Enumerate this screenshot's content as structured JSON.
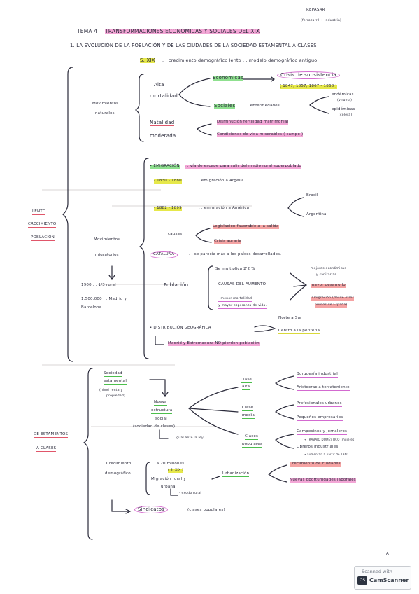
{
  "header": {
    "repasar": "REPASAR",
    "repasar_note": "(ferrocarril + industria)",
    "tema_label": "TEMA 4",
    "tema_title": "TRANSFORMACIONES ECONÓMICAS Y SOCIALES DEL XIX",
    "section1_title": "1. LA EVOLUCIÓN DE LA POBLACIÓN Y DE LAS CIUDADES DE LA SOCIEDAD ESTAMENTAL A CLASES"
  },
  "poblacion": {
    "s_xix": "S. XIX",
    "crecimiento_dem": ". . crecimiento demográfico lento . . modelo demográfico antiguo",
    "lento_1": "LENTO",
    "lento_2": "CRECIMIENTO",
    "lento_3": "POBLACIÓN",
    "mov_nat_1": "Movimientos",
    "mov_nat_2": "naturales",
    "alta_1": "Alta",
    "alta_2": "mortalidad",
    "economicas": "Económicas",
    "crisis_sub": "Crisis de subsistencia",
    "crisis_years": "( 1847, 1857, 1867 - 1868 )",
    "sociales": "Sociales",
    "enfermedades": ". . enfermedades",
    "endemicas_1": "endémicas",
    "endemicas_2": "(viruela)",
    "epidemicas_1": "epidémicas",
    "epidemicas_2": "(cólera)",
    "natalidad": "Natalidad",
    "moderada": "moderada",
    "disminucion": "Disminución fertilidad matrimonial",
    "condiciones": "Condiciones de vida miserables ( campo )",
    "mov_mig_1": "Movimientos",
    "mov_mig_2": "migratorios",
    "mig_1900": "1900 . . 1/3 rural",
    "mig_1500000_1": "1.500.000 . . Madrid y",
    "mig_1500000_2": "Barcelona",
    "emigracion": "• EMIGRACIÓN",
    "emigracion_desc": ". . vía de escape para salir del medio rural superpoblado",
    "y1830": "- 1830 - 1880",
    "argelia": ". . emigración a Argelia",
    "y1882": "- 1882 - 1899",
    "america": ". . emigración a América",
    "brasil": "Brasil",
    "argentina": "Argentina",
    "causas": "causas",
    "legislacion": "Legislación favorable a la salida",
    "crisis_agraria": "Crisis agraria",
    "cataluna": "CATALUÑA",
    "cataluna_desc": ". . se parecía más a los países desarrollados.",
    "poblacion_label": "Población",
    "se_multiplica": "Se multiplica 2'2 %",
    "causas_aumento": "CAUSAS DEL AUMENTO",
    "menor_mort_1": "- menor mortalidad",
    "menor_mort_2": "y mayor esperanza de vida.",
    "mejoras_1": "mejoras económicas",
    "mejoras_2": "y sanitarias",
    "mayor_desarrollo": "mayor desarrollo",
    "inmigracion_1": "inmigración (desde otros",
    "inmigracion_2": "puntos de España)",
    "distribucion": "• DISTRIBUCIÓN GEOGRÁFICA",
    "norte_sur": "Norte a Sur",
    "centro": "Centro a la periferia",
    "madrid_ext": "Madrid y Extremadura NO pierden población"
  },
  "sociedad": {
    "de_estamentos_1": "DE ESTAMENTOS",
    "de_estamentos_2": "A CLASES",
    "soc_est_1": "Sociedad",
    "soc_est_2": "estamental",
    "soc_est_3": "(nivel renta y",
    "soc_est_4": "propiedad)",
    "nueva_1": "Nueva",
    "nueva_2": "estructura",
    "nueva_3": "social",
    "nueva_4": "(sociedad de clases)",
    "igual_ley": ". . igual ante la ley",
    "clase_alta_1": "Clase",
    "clase_alta_2": "alta",
    "burguesia": "Burguesía industrial",
    "aristocracia": "Aristocracia terrateniente",
    "clase_media_1": "Clase",
    "clase_media_2": "media",
    "profesionales": "Profesionales urbanos",
    "pequenos": "Pequeños empresarios",
    "clases_pop_1": "Clases",
    "clases_pop_2": "populares",
    "campesinos": "Campesinos y jornaleros",
    "campesinos_note": "→ TRABAJO DOMÉSTICO (mujeres)",
    "obreros": "Obreros industriales",
    "obreros_note": "→ aumentan a partir de 1860",
    "crec_dem_1": "Crecimiento",
    "crec_dem_2": "demográfico",
    "a20_1": ". . a 20 millones",
    "a20_2": "( S. XIX )",
    "migracion_1": "Migración rural y",
    "migracion_2": "urbana",
    "exodo": "- exodo rural",
    "urbanizacion": "Urbanización",
    "crec_ciudades": "Crecimiento de ciudades",
    "nuevas_oport": "Nuevas oportunidades laborales",
    "sindicatos": "Sindicatos",
    "clases_pop_paren": "(clases populares)"
  },
  "footer": {
    "page_mark": "A",
    "scanned_with": "Scanned with",
    "camscanner": "CamScanner",
    "logo_letters": "CS"
  }
}
